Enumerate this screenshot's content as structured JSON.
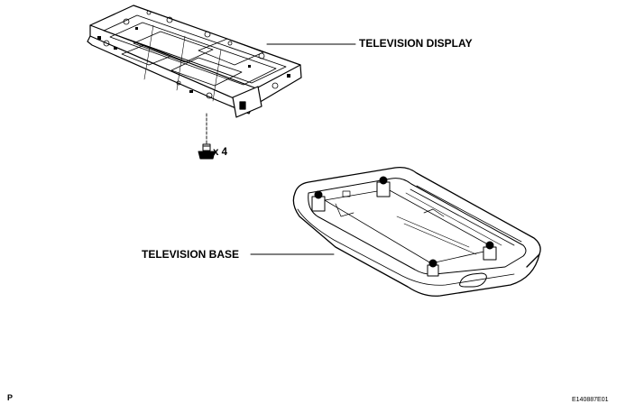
{
  "labels": {
    "television_display": "TELEVISION DISPLAY",
    "television_base": "TELEVISION BASE",
    "screw_quantity": "x 4",
    "corner_letter": "P",
    "figure_code": "E140887E01"
  }
}
